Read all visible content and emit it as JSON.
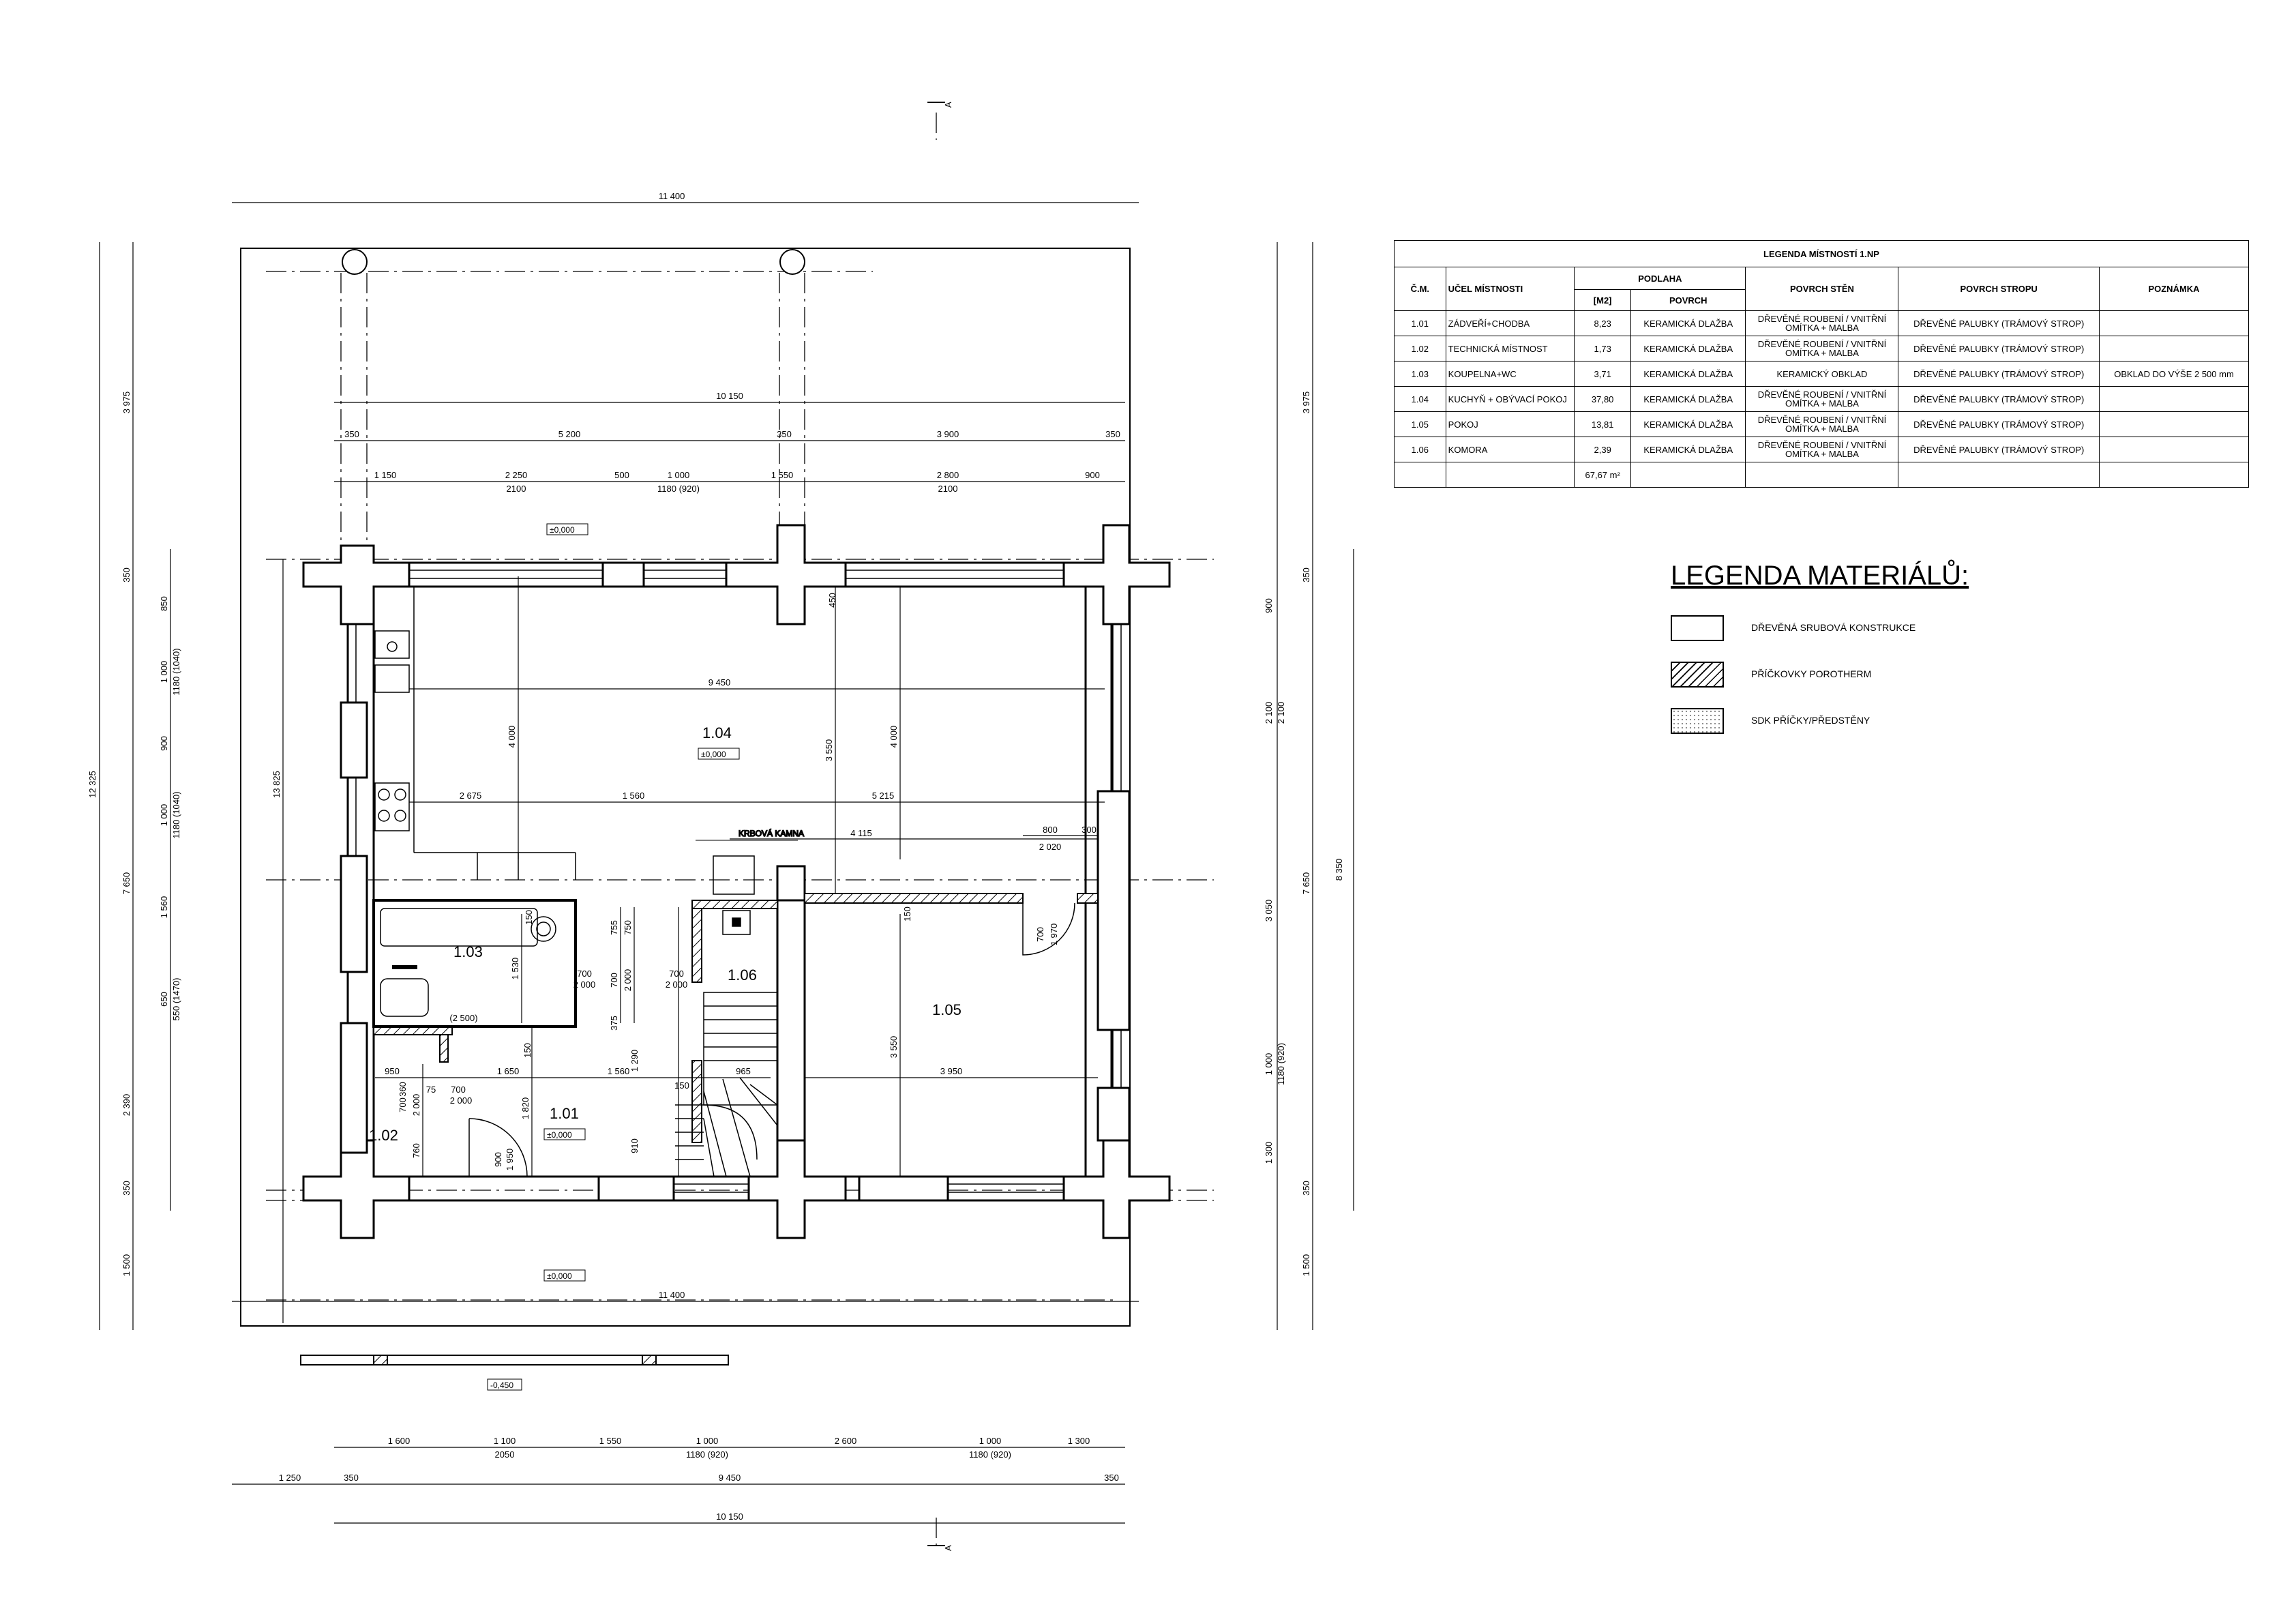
{
  "section_marker": "A",
  "levels": {
    "terrace_top": "±0,000",
    "living_room": "±0,000",
    "entrance": "±0,000",
    "terrace_bottom": "±0,000",
    "ground": "-0,450"
  },
  "rooms": {
    "r101": "1.01",
    "r102": "1.02",
    "r103": "1.03",
    "r104": "1.04",
    "r105": "1.05",
    "r106": "1.06",
    "stove_label": "KRBOVÁ KAMNA"
  },
  "dimensions": {
    "top_total": "11 400",
    "top_inner": "10 150",
    "top_row1": [
      "350",
      "5 200",
      "350",
      "3 900",
      "350"
    ],
    "top_row2": [
      "1 150",
      "2 250",
      "500",
      "1 000",
      "1 550",
      "2 800",
      "900"
    ],
    "top_row2_sub": [
      "2100",
      "1180 (920)",
      "2100"
    ],
    "bottom_total": "11 400",
    "bottom_row1": [
      "1 600",
      "1 100",
      "1 550",
      "1 000",
      "2 600",
      "1 000",
      "1 300"
    ],
    "bottom_row1_sub": [
      "2050",
      "1180 (920)",
      "1180 (920)"
    ],
    "bottom_row2": [
      "1 250",
      "350",
      "9 450",
      "350"
    ],
    "bottom_inner": "10 150",
    "left_outer": "12 325",
    "left_mid": [
      "3 975",
      "7 650",
      "1 500"
    ],
    "left_row": [
      "350",
      "850",
      "1 000",
      "900",
      "1 000",
      "1 560",
      "650",
      "2 390",
      "350"
    ],
    "left_row_sub": [
      "1180 (1040)",
      "1180 (1040)",
      "550 (1470)"
    ],
    "left_inner": "13 825",
    "right_outer": "8 350",
    "right_mid": [
      "3 975",
      "7 650",
      "1 500"
    ],
    "right_row": [
      "350",
      "900",
      "2 100",
      "3 050",
      "1 000",
      "1 300",
      "350"
    ],
    "right_row_sub": [
      "2 100",
      "1180 (920)"
    ],
    "interior": {
      "d9450": "9 450",
      "d4000a": "4 000",
      "d3550a": "3 550",
      "d4000b": "4 000",
      "d450": "450",
      "d2675": "2 675",
      "d1560a": "1 560",
      "d5215": "5 215",
      "d4115": "4 115",
      "d800": "800",
      "d2020": "2 020",
      "d300": "300",
      "d150a": "150",
      "d1530": "1 530",
      "d755": "755",
      "d750": "750",
      "d700a": "700",
      "d2000a": "2 000",
      "d700b": "700",
      "d2000b": "2 000",
      "d700c": "700",
      "d2000c": "2 000",
      "d2500": "(2 500)",
      "d375": "375",
      "d150b": "150",
      "d1650": "1 650",
      "d1560b": "1 560",
      "d1290": "1 290",
      "d965": "965",
      "d3950": "3 950",
      "d3550b": "3 550",
      "d150c": "150",
      "d700d": "700",
      "d1970": "1 970",
      "d950": "950",
      "d360": "360",
      "d700e": "700",
      "d2000d": "2 000",
      "d75": "75",
      "d700f": "700",
      "d2000e": "2 000",
      "d1820": "1 820",
      "d760": "760",
      "d900": "900",
      "d1950": "1 950",
      "d910": "910",
      "d150d": "150"
    }
  },
  "room_legend": {
    "title": "LEGENDA MÍSTNOSTÍ 1.NP",
    "headers": {
      "num": "Č.M.",
      "use": "UČEL MÍSTNOSTI",
      "floor": "PODLAHA",
      "area": "[M2]",
      "surface": "POVRCH",
      "walls": "POVRCH STĚN",
      "ceiling": "POVRCH STROPU",
      "note": "POZNÁMKA"
    },
    "rows": [
      {
        "num": "1.01",
        "use": "ZÁDVEŘÍ+CHODBA",
        "area": "8,23",
        "surface": "KERAMICKÁ DLAŽBA",
        "walls": "DŘEVĚNÉ ROUBENÍ / VNITŘNÍ OMÍTKA + MALBA",
        "ceiling": "DŘEVĚNÉ PALUBKY (TRÁMOVÝ STROP)",
        "note": ""
      },
      {
        "num": "1.02",
        "use": "TECHNICKÁ MÍSTNOST",
        "area": "1,73",
        "surface": "KERAMICKÁ DLAŽBA",
        "walls": "DŘEVĚNÉ ROUBENÍ / VNITŘNÍ OMÍTKA + MALBA",
        "ceiling": "DŘEVĚNÉ PALUBKY (TRÁMOVÝ STROP)",
        "note": ""
      },
      {
        "num": "1.03",
        "use": "KOUPELNA+WC",
        "area": "3,71",
        "surface": "KERAMICKÁ DLAŽBA",
        "walls": "KERAMICKÝ OBKLAD",
        "ceiling": "DŘEVĚNÉ PALUBKY (TRÁMOVÝ STROP)",
        "note": "OBKLAD DO VÝŠE 2 500 mm"
      },
      {
        "num": "1.04",
        "use": "KUCHYŇ + OBÝVACÍ POKOJ",
        "area": "37,80",
        "surface": "KERAMICKÁ DLAŽBA",
        "walls": "DŘEVĚNÉ ROUBENÍ / VNITŘNÍ OMÍTKA + MALBA",
        "ceiling": "DŘEVĚNÉ PALUBKY (TRÁMOVÝ STROP)",
        "note": ""
      },
      {
        "num": "1.05",
        "use": "POKOJ",
        "area": "13,81",
        "surface": "KERAMICKÁ DLAŽBA",
        "walls": "DŘEVĚNÉ ROUBENÍ / VNITŘNÍ OMÍTKA + MALBA",
        "ceiling": "DŘEVĚNÉ PALUBKY (TRÁMOVÝ STROP)",
        "note": ""
      },
      {
        "num": "1.06",
        "use": "KOMORA",
        "area": "2,39",
        "surface": "KERAMICKÁ DLAŽBA",
        "walls": "DŘEVĚNÉ ROUBENÍ / VNITŘNÍ OMÍTKA + MALBA",
        "ceiling": "DŘEVĚNÉ PALUBKY (TRÁMOVÝ STROP)",
        "note": ""
      }
    ],
    "total": "67,67 m²"
  },
  "material_legend": {
    "title": "LEGENDA MATERIÁLŮ:",
    "items": [
      {
        "label": "DŘEVĚNÁ SRUBOVÁ KONSTRUKCE",
        "pattern": "empty"
      },
      {
        "label": "PŘÍČKOVKY  POROTHERM",
        "pattern": "hatch"
      },
      {
        "label": "SDK PŘÍČKY/PŘEDSTĚNY",
        "pattern": "dots"
      }
    ]
  }
}
